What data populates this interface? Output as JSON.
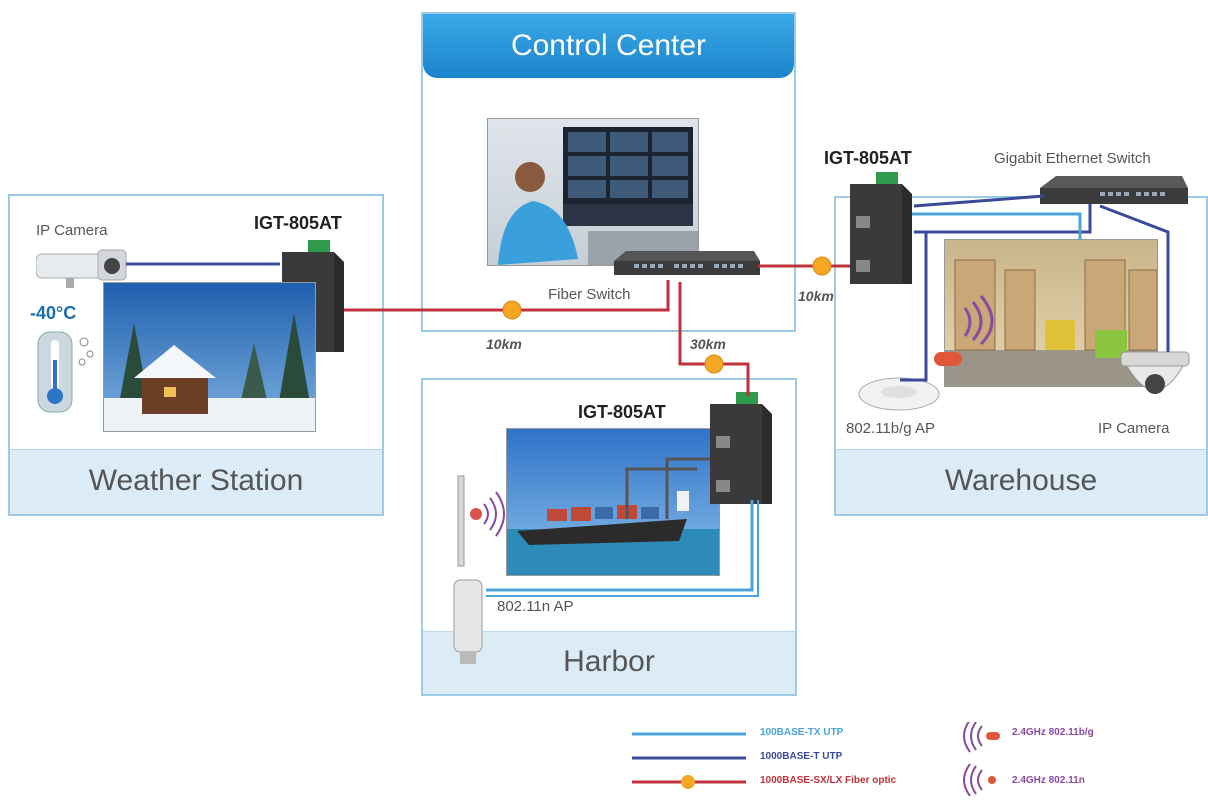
{
  "panels": {
    "control_center": "Control Center",
    "weather_station": "Weather Station",
    "harbor": "Harbor",
    "warehouse": "Warehouse"
  },
  "devices": {
    "model_weather": "IGT-805AT",
    "model_warehouse": "IGT-805AT",
    "model_harbor": "IGT-805AT",
    "fiber_switch": "Fiber Switch",
    "gigabit_switch": "Gigabit Ethernet Switch",
    "ip_camera_weather": "IP Camera",
    "ip_camera_warehouse": "IP Camera",
    "ap_warehouse": "802.11b/g AP",
    "ap_harbor": "802.11n AP",
    "temperature": "-40°C"
  },
  "links": {
    "weather_distance": "10km",
    "warehouse_distance": "10km",
    "harbor_distance": "30km"
  },
  "legend": {
    "fast_utp": "100BASE-TX UTP",
    "gigabit_utp": "1000BASE-T UTP",
    "fiber": "1000BASE-SX/LX Fiber optic",
    "wifi_bg": "2.4GHz 802.11b/g",
    "wifi_n": "2.4GHz 802.11n"
  },
  "colors": {
    "fast_utp": "#4aa3d8",
    "gigabit_utp": "#3a4a9a",
    "fiber": "#c0303a",
    "fiber_marker": "#f5a623",
    "wifi": "#8a4aa0"
  }
}
